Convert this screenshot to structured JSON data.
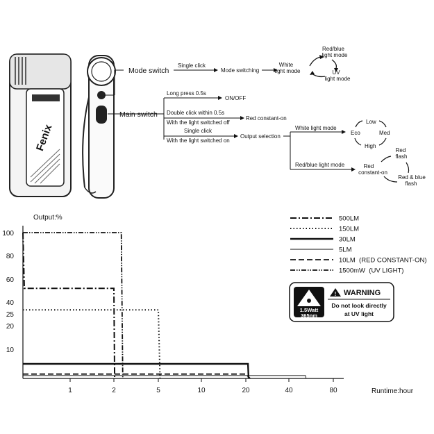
{
  "diagram": {
    "mode_switch_label": "Mode switch",
    "main_switch_label": "Main switch",
    "single_click": "Single click",
    "mode_switching": "Mode switching",
    "white_light_mode": "White\nlight mode",
    "red_blue_light_mode": "Red/blue\nlight mode",
    "uv_light_mode": "UV\nlight mode",
    "long_press": "Long press 0.5s",
    "on_off": "ON/OFF",
    "double_click": "Double click within 0.5s",
    "with_light_off": "With the light switched off",
    "red_constant_on": "Red constant-on",
    "single_click_2": "Single click",
    "with_light_on": "With the light switched on",
    "output_selection": "Output selection",
    "white_light_mode_2": "White light mode",
    "low": "Low",
    "med": "Med",
    "high": "High",
    "eco": "Eco",
    "red_blue_light_mode_2": "Red/blue light mode",
    "red_constant_on_2": "Red\nconstant-on",
    "red_flash": "Red\nflash",
    "red_blue_flash": "Red & blue\nflash"
  },
  "warning": {
    "title": "WARNING",
    "text_line1": "Do not look directly",
    "text_line2": "at UV light",
    "uv_spec_line1": "1.5Watt",
    "uv_spec_line2": "365nm"
  },
  "chart_data": {
    "type": "line",
    "title": "",
    "ylabel": "Output:%",
    "xlabel": "Runtime:hour",
    "x_ticks": [
      "1",
      "2",
      "5",
      "10",
      "20",
      "40",
      "80"
    ],
    "y_ticks": [
      "10",
      "20",
      "25",
      "40",
      "60",
      "80",
      "100"
    ],
    "grid": false,
    "legend_position": "top-right",
    "series": [
      {
        "name": "500LM",
        "style": "dash-dot",
        "points": [
          [
            0,
            100
          ],
          [
            0.03,
            52
          ],
          [
            2,
            52
          ],
          [
            2.05,
            0
          ]
        ]
      },
      {
        "name": "150LM",
        "style": "dotted",
        "points": [
          [
            0,
            30
          ],
          [
            5,
            30
          ],
          [
            5.2,
            0
          ]
        ]
      },
      {
        "name": "30LM",
        "style": "solid-thick",
        "points": [
          [
            0,
            5
          ],
          [
            21,
            5
          ],
          [
            21.3,
            0
          ]
        ]
      },
      {
        "name": "5LM",
        "style": "solid-thin",
        "points": [
          [
            0,
            1
          ],
          [
            55,
            1
          ],
          [
            55.5,
            0
          ]
        ]
      },
      {
        "name": "10LM  (RED CONSTANT-ON)",
        "style": "dashed",
        "points": [
          [
            0,
            1.5
          ],
          [
            20,
            1.5
          ],
          [
            22,
            0
          ]
        ]
      },
      {
        "name": "1500mW  (UV LIGHT)",
        "style": "dash-dot-dot",
        "points": [
          [
            0,
            100
          ],
          [
            2.5,
            100
          ],
          [
            2.6,
            0
          ]
        ]
      }
    ]
  }
}
